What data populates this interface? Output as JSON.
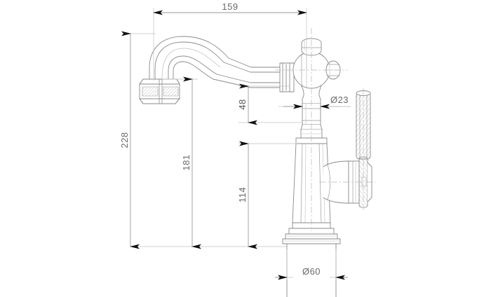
{
  "drawing": {
    "type": "technical-dimension-drawing",
    "subject": "kitchen-faucet-side-elevation",
    "background_color": "#ffffff",
    "line_color": "#8a8a8a",
    "dimension_line_color": "#9a9a9a",
    "text_color": "#6a6a6a",
    "units": "mm"
  },
  "dimensions": {
    "overall_width": {
      "label": "159",
      "orientation": "horizontal",
      "position": "top"
    },
    "overall_height": {
      "label": "228",
      "orientation": "vertical",
      "position": "left"
    },
    "spout_height": {
      "label": "181",
      "orientation": "vertical",
      "position": "left-inner"
    },
    "upper_body_height": {
      "label": "48",
      "orientation": "vertical",
      "position": "center-upper"
    },
    "lower_body_height": {
      "label": "114",
      "orientation": "vertical",
      "position": "center-lower"
    },
    "neck_diameter": {
      "label": "Ø23",
      "orientation": "horizontal",
      "position": "right-upper"
    },
    "base_diameter": {
      "label": "Ø60",
      "orientation": "horizontal",
      "position": "bottom"
    }
  },
  "dimension_list": [
    {
      "id": "d-159",
      "value": "159"
    },
    {
      "id": "d-228",
      "value": "228"
    },
    {
      "id": "d-181",
      "value": "181"
    },
    {
      "id": "d-48",
      "value": "48"
    },
    {
      "id": "d-114",
      "value": "114"
    },
    {
      "id": "d-23",
      "value": "Ø23"
    },
    {
      "id": "d-60",
      "value": "Ø60"
    }
  ]
}
